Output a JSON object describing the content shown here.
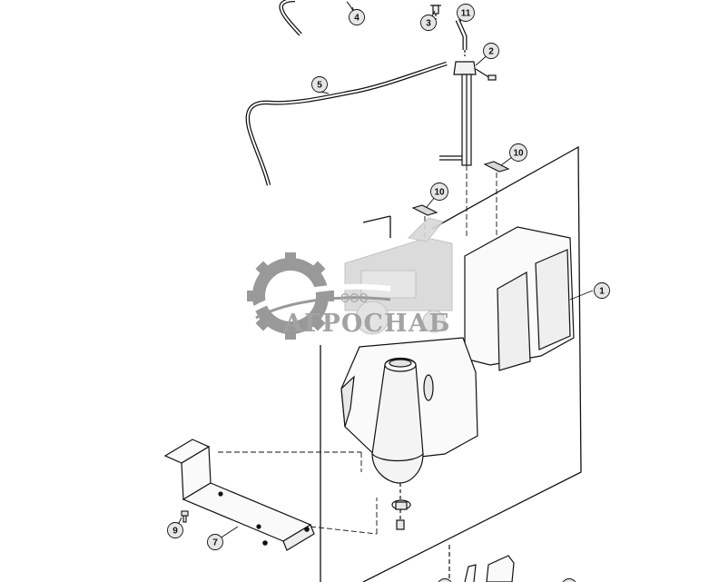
{
  "callouts": [
    {
      "id": "c1",
      "label": "1"
    },
    {
      "id": "c2",
      "label": "2"
    },
    {
      "id": "c3",
      "label": "3"
    },
    {
      "id": "c4",
      "label": "4"
    },
    {
      "id": "c5",
      "label": "5"
    },
    {
      "id": "c7",
      "label": "7"
    },
    {
      "id": "c9",
      "label": "9"
    },
    {
      "id": "c10a",
      "label": "10"
    },
    {
      "id": "c10b",
      "label": "10"
    },
    {
      "id": "c11",
      "label": "11"
    }
  ],
  "watermark": {
    "prefix": "ООО",
    "brand": "АГРОСНАБ",
    "color": "#9a9a9a"
  },
  "colors": {
    "line": "#111111",
    "badge_fill": "#e6e6e6",
    "part_fill": "#f2f2f2"
  }
}
